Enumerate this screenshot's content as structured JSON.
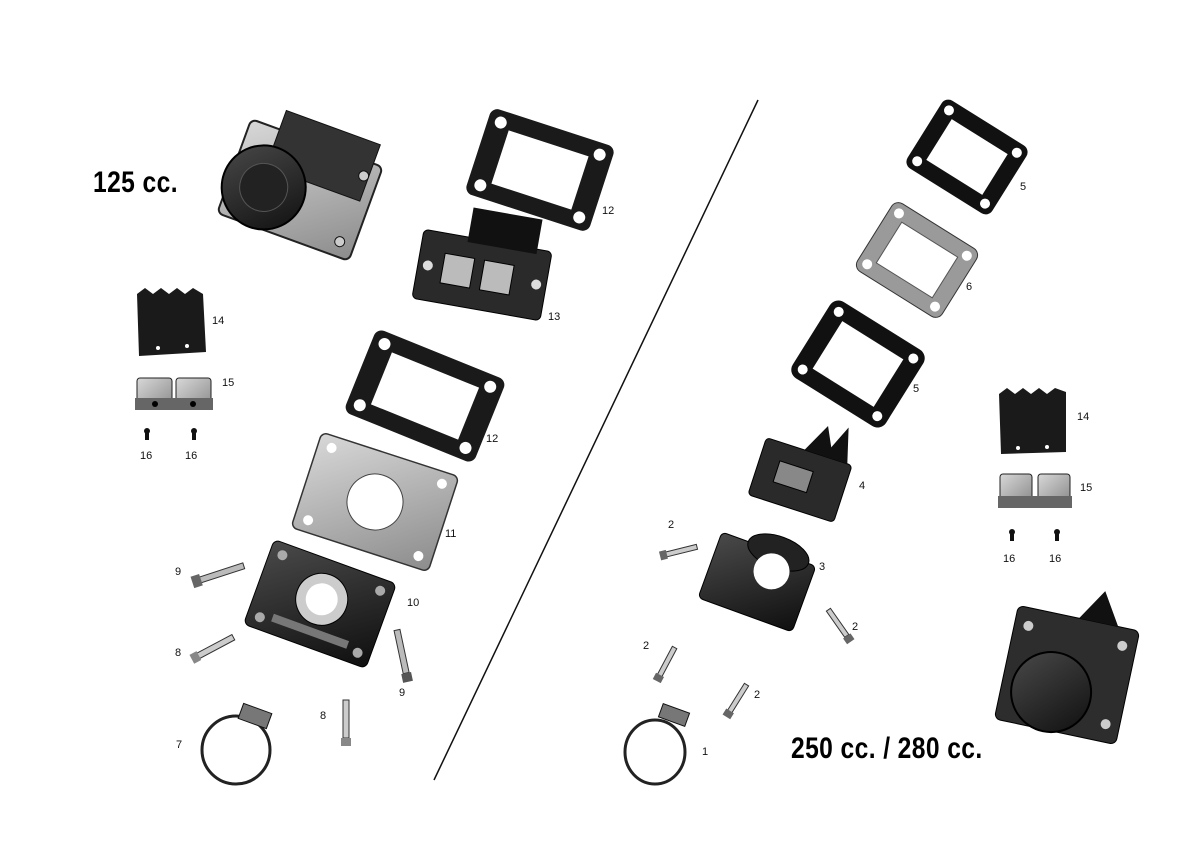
{
  "sections": {
    "left_title": "125 cc.",
    "right_title": "250 cc. / 280 cc."
  },
  "callouts_left": [
    "12",
    "13",
    "14",
    "15",
    "16",
    "16",
    "12",
    "11",
    "9",
    "10",
    "8",
    "9",
    "8",
    "7"
  ],
  "callouts_right": [
    "5",
    "6",
    "5",
    "14",
    "4",
    "15",
    "16",
    "16",
    "2",
    "3",
    "2",
    "2",
    "2",
    "1"
  ],
  "colors": {
    "ink": "#111111",
    "gasket": "#1a1a1a",
    "metal": "#9a9a9a",
    "paper": "#ffffff"
  }
}
